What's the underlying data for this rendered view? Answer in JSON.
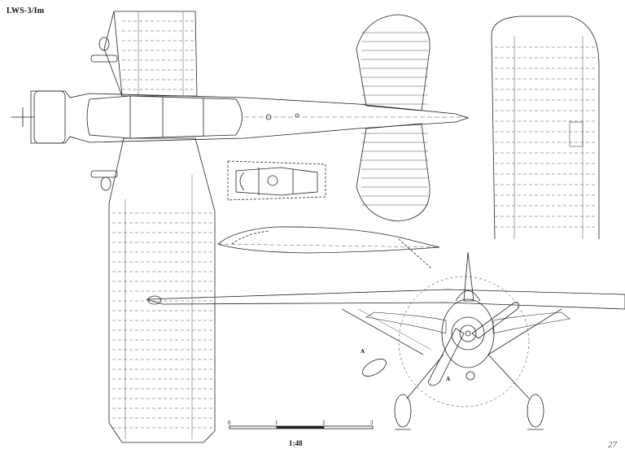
{
  "title": "LWS-3/Im",
  "page_number": "27",
  "scale": {
    "label": "1:48",
    "ticks": [
      "0",
      "1",
      "2",
      "3"
    ]
  },
  "markers": {
    "section_a_upper": "A",
    "section_a_lower": "A"
  }
}
